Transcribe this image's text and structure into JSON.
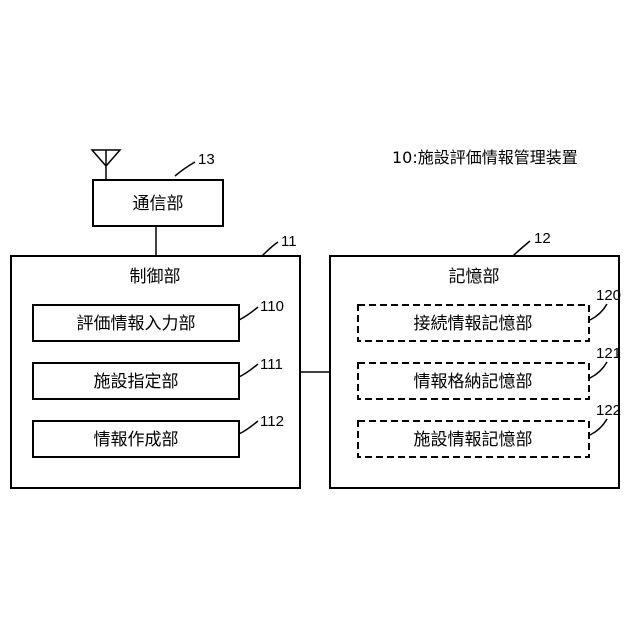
{
  "title": "10:施設評価情報管理装置",
  "comm": {
    "ref": "13",
    "label": "通信部"
  },
  "control": {
    "ref": "11",
    "label": "制御部",
    "units": [
      {
        "ref": "110",
        "label": "評価情報入力部"
      },
      {
        "ref": "111",
        "label": "施設指定部"
      },
      {
        "ref": "112",
        "label": "情報作成部"
      }
    ]
  },
  "storage": {
    "ref": "12",
    "label": "記憶部",
    "units": [
      {
        "ref": "120",
        "label": "接続情報記憶部"
      },
      {
        "ref": "121",
        "label": "情報格納記憶部"
      },
      {
        "ref": "122",
        "label": "施設情報記憶部"
      }
    ]
  }
}
